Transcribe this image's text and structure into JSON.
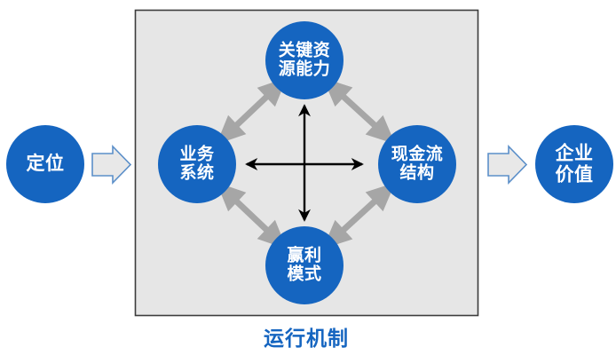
{
  "diagram": {
    "caption": "运行机制",
    "caption_color": "#1565C0",
    "panel": {
      "background": "#E6E6E6",
      "border_color": "#3C3C3C"
    },
    "colors": {
      "circle_blue": "#1565C0",
      "circle_text": "#FFFFFF",
      "gray_arrow": "#A6A6A6",
      "black_arrow": "#000000",
      "block_arrow_fill": "#E8E8E8",
      "block_arrow_stroke": "#5B8FC9"
    },
    "outer_nodes": [
      {
        "id": "positioning",
        "label": "定位",
        "lines": [
          "定位"
        ]
      },
      {
        "id": "enterprise-value",
        "label": "企业价值",
        "lines": [
          "企业",
          "价值"
        ]
      }
    ],
    "inner_nodes": [
      {
        "id": "key-resource",
        "label": "关键资源能力",
        "lines": [
          "关键资",
          "源能力"
        ]
      },
      {
        "id": "business-system",
        "label": "业务系统",
        "lines": [
          "业务",
          "系统"
        ]
      },
      {
        "id": "cash-flow",
        "label": "现金流结构",
        "lines": [
          "现金流",
          "结构"
        ]
      },
      {
        "id": "profit-model",
        "label": "赢利模式",
        "lines": [
          "赢利",
          "模式"
        ]
      }
    ],
    "flow_arrows": [
      {
        "id": "left-flow",
        "direction": "right"
      },
      {
        "id": "right-flow",
        "direction": "right"
      }
    ],
    "connectors": [
      {
        "id": "business-to-resource",
        "style": "gray",
        "heads": "both"
      },
      {
        "id": "resource-to-cashflow",
        "style": "gray",
        "heads": "both"
      },
      {
        "id": "business-to-profit",
        "style": "gray",
        "heads": "both"
      },
      {
        "id": "profit-to-cashflow",
        "style": "gray",
        "heads": "both"
      },
      {
        "id": "vertical-axis",
        "style": "black",
        "heads": "both"
      },
      {
        "id": "horizontal-axis",
        "style": "black",
        "heads": "both"
      }
    ]
  }
}
